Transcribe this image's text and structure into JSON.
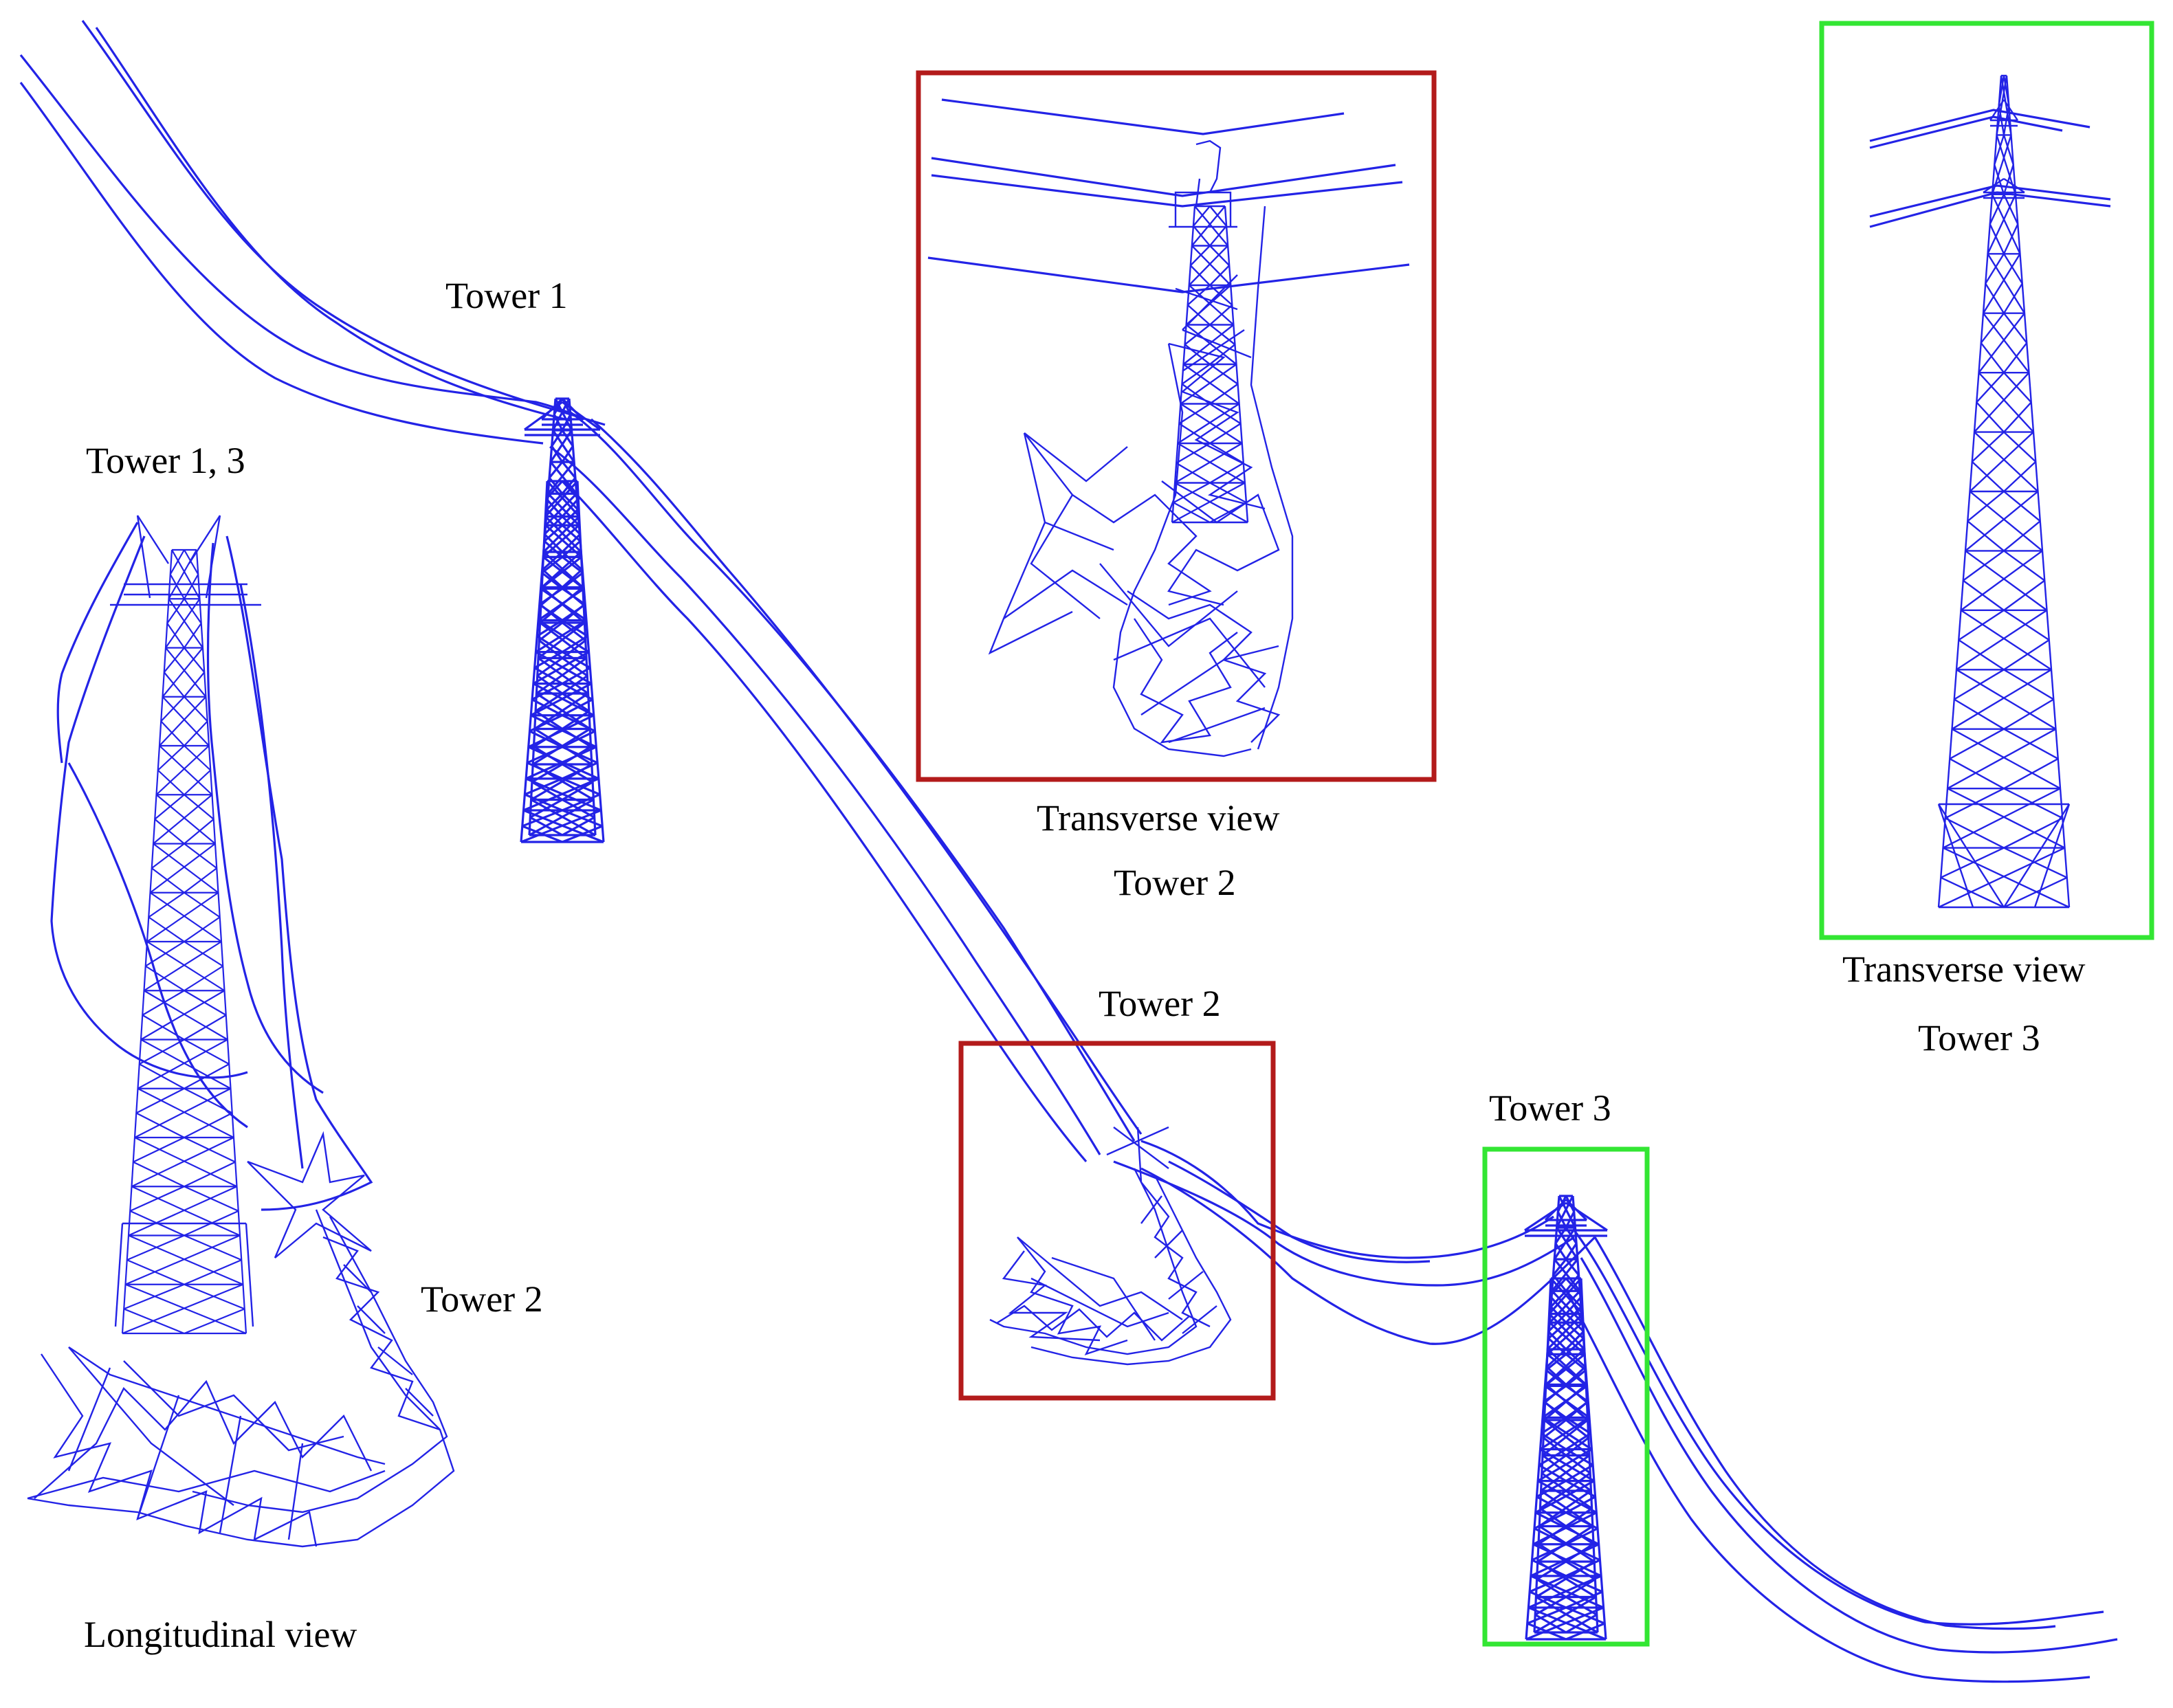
{
  "labels": {
    "tower1": "Tower 1",
    "tower13": "Tower 1, 3",
    "tower2_main": "Tower 2",
    "tower2_left": "Tower 2",
    "tower3": "Tower 3",
    "longitudinal": "Longitudinal  view",
    "transverse_t2_line1": "Transverse view",
    "transverse_t2_line2": "Tower 2",
    "transverse_t3_line1": "Transverse view",
    "transverse_t3_line2": "Tower 3"
  },
  "colors": {
    "structure": "#2323e6",
    "highlight_tower2": "#b31b1b",
    "highlight_tower3": "#33e633",
    "text": "#000000"
  }
}
